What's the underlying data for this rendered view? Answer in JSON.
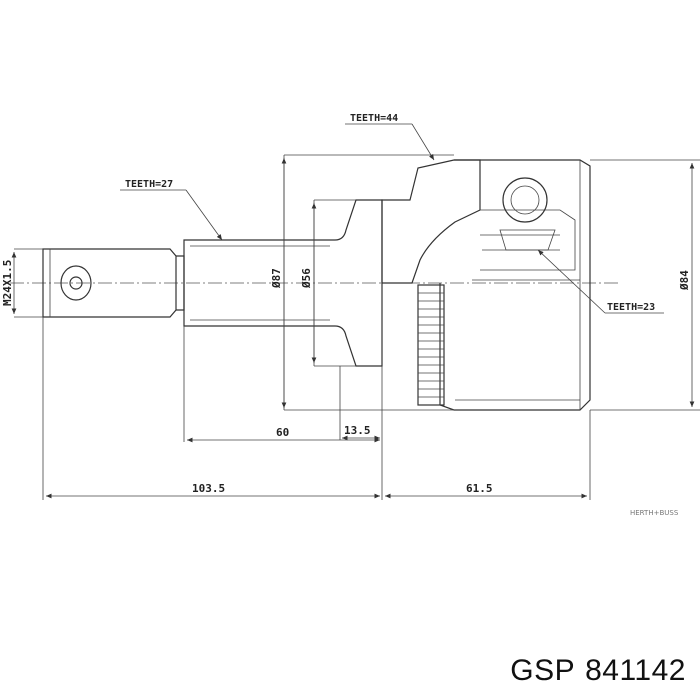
{
  "labels": {
    "teeth_outer": "TEETH=44",
    "teeth_shaft": "TEETH=27",
    "teeth_inner": "TEETH=23",
    "thread": "M24X1.5",
    "dia_87": "Ø87",
    "dia_56": "Ø56",
    "dia_84": "Ø84",
    "dim_13_5": "13.5",
    "dim_60": "60",
    "dim_103_5": "103.5",
    "dim_61_5": "61.5",
    "brand_mark": "HERTH+BUSS"
  },
  "caption": {
    "brand": "GSP",
    "part_number": "841142"
  }
}
